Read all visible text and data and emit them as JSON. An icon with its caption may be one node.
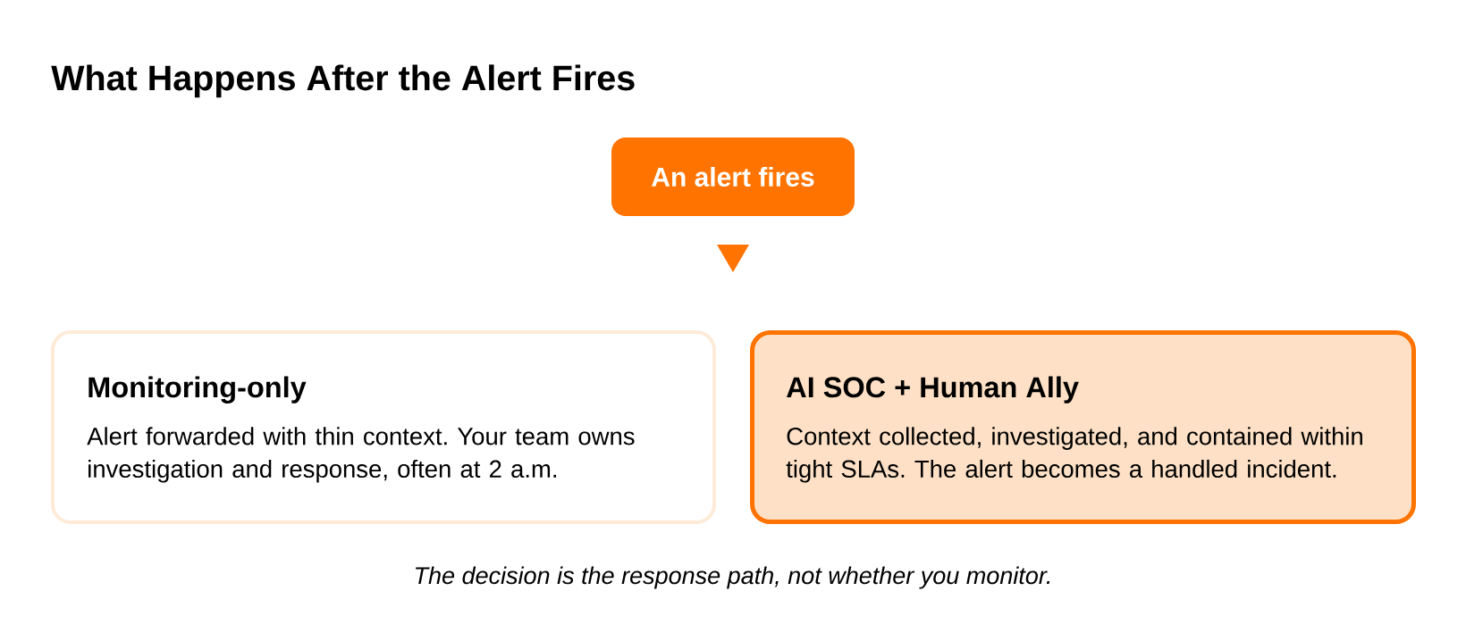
{
  "diagram": {
    "title": "What Happens After the Alert Fires",
    "caption": "The decision is the response path, not whether you monitor.",
    "nodes": [
      {
        "text": [
          "An alert fires"
        ]
      },
      {
        "text": [
          "Monitoring-only",
          "Alert forwarded with thin context. Your team owns investigation and response, often at 2 a.m."
        ]
      },
      {
        "text": [
          "AI SOC + Human Ally",
          "Context collected, investigated, and contained within tight SLAs. The alert becomes a handled incident."
        ]
      }
    ]
  }
}
